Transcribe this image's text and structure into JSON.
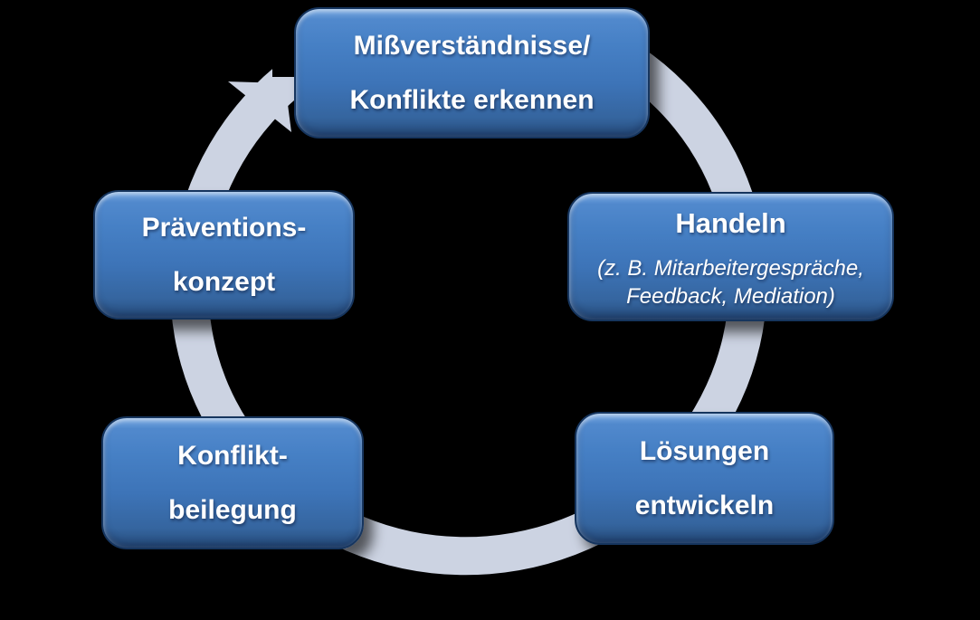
{
  "diagram": {
    "background_color": "#000000",
    "cycle_arrow": {
      "color": "#ccd3e2",
      "direction": "clockwise"
    },
    "node_style": {
      "fill_top": "#7cabe3",
      "fill_bottom": "#224674",
      "border_color": "#16355e",
      "text_color": "#ffffff"
    },
    "nodes": [
      {
        "id": "erkennen",
        "position": "top",
        "lines": [
          "Mißverständnisse/",
          "Konflikte erkennen"
        ]
      },
      {
        "id": "handeln",
        "position": "right",
        "title": "Handeln",
        "subtitle_lines": [
          "(z. B. Mitarbeitergespräche,",
          "Feedback, Mediation)"
        ]
      },
      {
        "id": "loesungen",
        "position": "bottom-right",
        "lines": [
          "Lösungen",
          "entwickeln"
        ]
      },
      {
        "id": "konfliktbeilegung",
        "position": "bottom-left",
        "lines": [
          "Konflikt-",
          "beilegung"
        ]
      },
      {
        "id": "praeventionskonzept",
        "position": "left",
        "lines": [
          "Präventions-",
          "konzept"
        ]
      }
    ]
  }
}
